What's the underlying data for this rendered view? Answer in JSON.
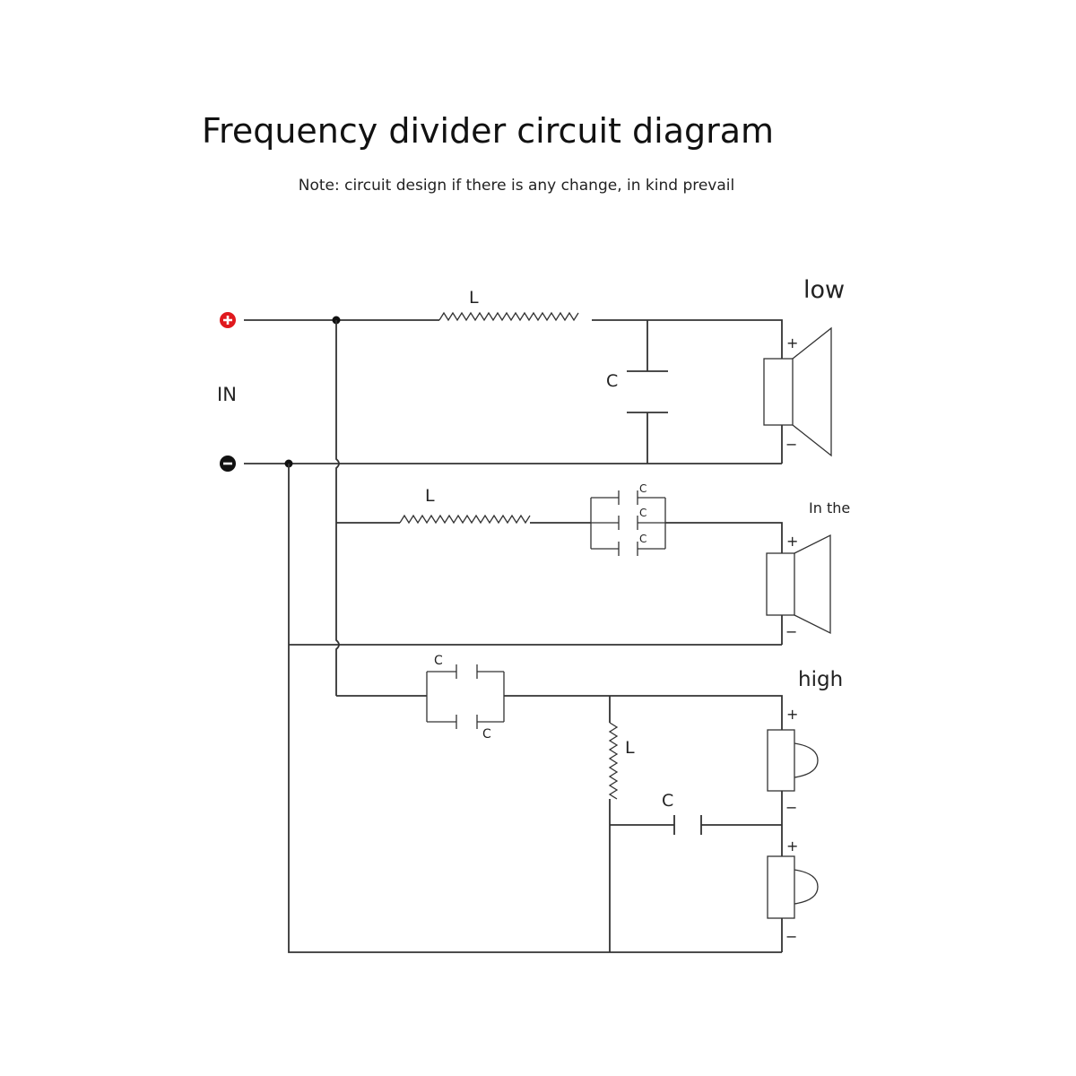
{
  "title": "Frequency divider circuit diagram",
  "note": "Note: circuit design if there is any change, in kind prevail",
  "input": {
    "label": "IN",
    "positive_symbol": "+",
    "negative_symbol": "−",
    "positive_color": "#e0191e",
    "negative_color": "#111111"
  },
  "sections": {
    "low": {
      "label": "low",
      "inductor_label": "L",
      "capacitor_label": "C",
      "plus": "+",
      "minus": "−"
    },
    "mid": {
      "label": "In the",
      "inductor_label": "L",
      "capacitor_labels": [
        "C",
        "C",
        "C"
      ],
      "plus": "+",
      "minus": "−"
    },
    "high": {
      "label": "high",
      "capacitor_labels": [
        "C",
        "C"
      ],
      "inductor_label": "L",
      "capacitor_label": "C",
      "tweeter1": {
        "plus": "+",
        "minus": "−"
      },
      "tweeter2": {
        "plus": "+",
        "minus": "−"
      }
    }
  }
}
